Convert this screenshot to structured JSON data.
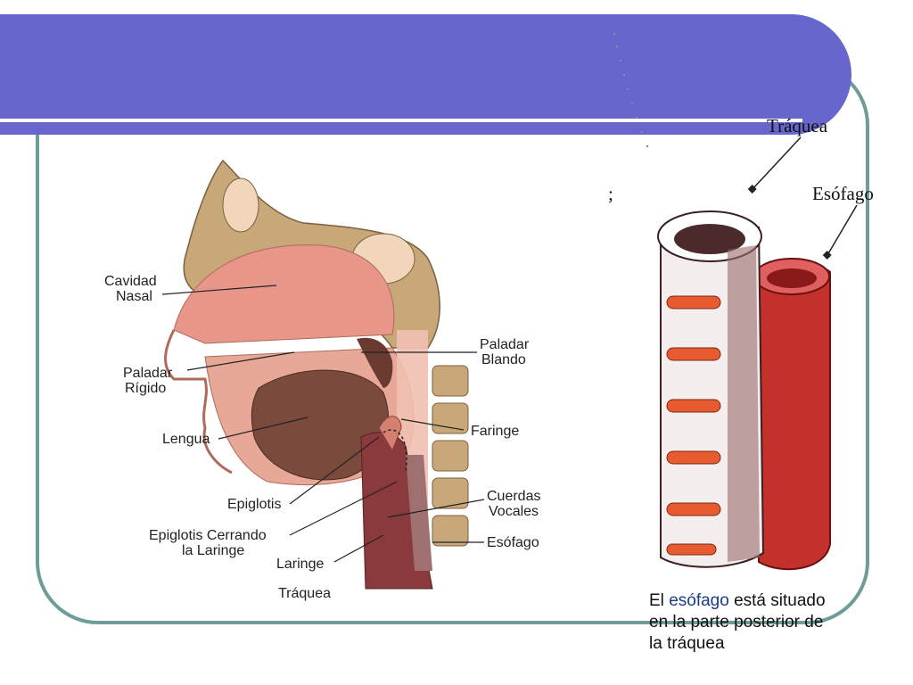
{
  "head_diagram": {
    "labels": {
      "cavidad_nasal": [
        "Cavidad",
        "Nasal"
      ],
      "paladar_rigido": [
        "Paladar",
        "Rígido"
      ],
      "paladar_blando": [
        "Paladar",
        "Blando"
      ],
      "lengua": "Lengua",
      "faringe": "Faringe",
      "epiglotis": "Epiglotis",
      "cuerdas_vocales": [
        "Cuerdas",
        "Vocales"
      ],
      "epiglotis_cerrando": [
        "Epiglotis Cerrando",
        "la Laringe"
      ],
      "esofago": "Esófago",
      "laringe": "Laringe",
      "traquea": "Tráquea"
    }
  },
  "tube_diagram": {
    "label_traquea": "Tráquea",
    "label_esofago": "Esófago",
    "stray_mark": ";"
  },
  "caption": {
    "prefix": "El ",
    "highlight": "esófago",
    "rest": " está situado en la parte posterior de la tráquea"
  },
  "colors": {
    "banner": "#6666cc",
    "frame": "#6e9c98",
    "tissue_pink": "#e8968a",
    "tongue_brown": "#7a4a3c",
    "bone_tan": "#c8a878",
    "esophagus_red": "#c4302c"
  }
}
